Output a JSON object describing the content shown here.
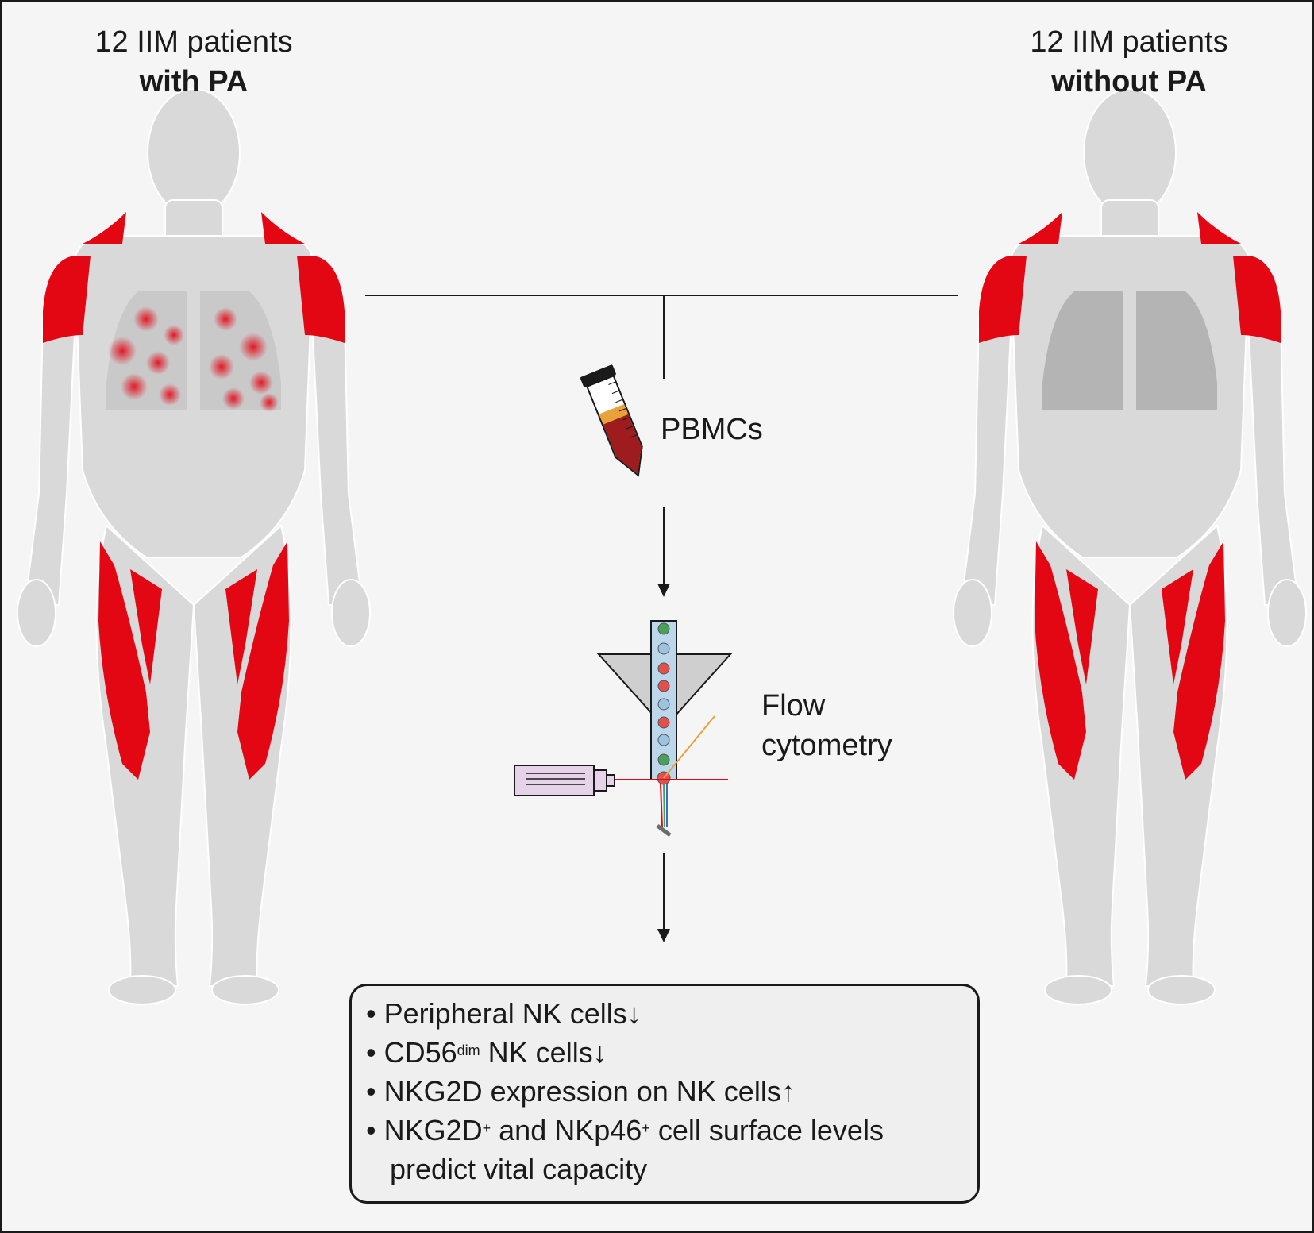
{
  "headers": {
    "left": {
      "line1": "12 IIM patients",
      "line2": "with PA"
    },
    "right": {
      "line1": "12 IIM patients",
      "line2": "without PA"
    }
  },
  "steps": {
    "pbmc_label": "PBMCs",
    "flow_line1": "Flow",
    "flow_line2": "cytometry"
  },
  "findings": {
    "f1_text": "Peripheral NK cells",
    "f1_arrow": "↓",
    "f2_prefix": "CD56",
    "f2_sup": "dim",
    "f2_suffix": " NK cells",
    "f2_arrow": "↓",
    "f3_text": "NKG2D expression on NK cells",
    "f3_arrow": "↑",
    "f4_a": "NKG2D",
    "f4_sup1": "+",
    "f4_b": " and NKp46",
    "f4_sup2": "+",
    "f4_c": " cell surface levels",
    "f4_line2": "predict vital capacity"
  },
  "colors": {
    "muscle": "#e30613",
    "body": "#d9d9d9",
    "lung_healthy": "#b4b4b4",
    "background": "#f5f5f5"
  }
}
